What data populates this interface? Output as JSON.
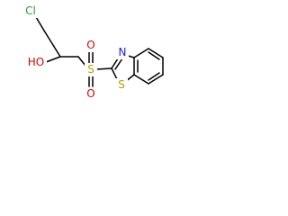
{
  "molecule": {
    "atoms": {
      "chlorine": "Cl",
      "hydroxyl": "HO",
      "sulfone_sulfur": "S",
      "sulfone_oxygen_top": "O",
      "sulfone_oxygen_bottom": "O",
      "thiazole_nitrogen": "N",
      "thiazole_sulfur": "S"
    },
    "colors": {
      "chlorine": "#2e9a2e",
      "oxygen": "#e00000",
      "sulfur": "#b8a000",
      "nitrogen": "#2020e0",
      "bond": "#000000"
    }
  }
}
